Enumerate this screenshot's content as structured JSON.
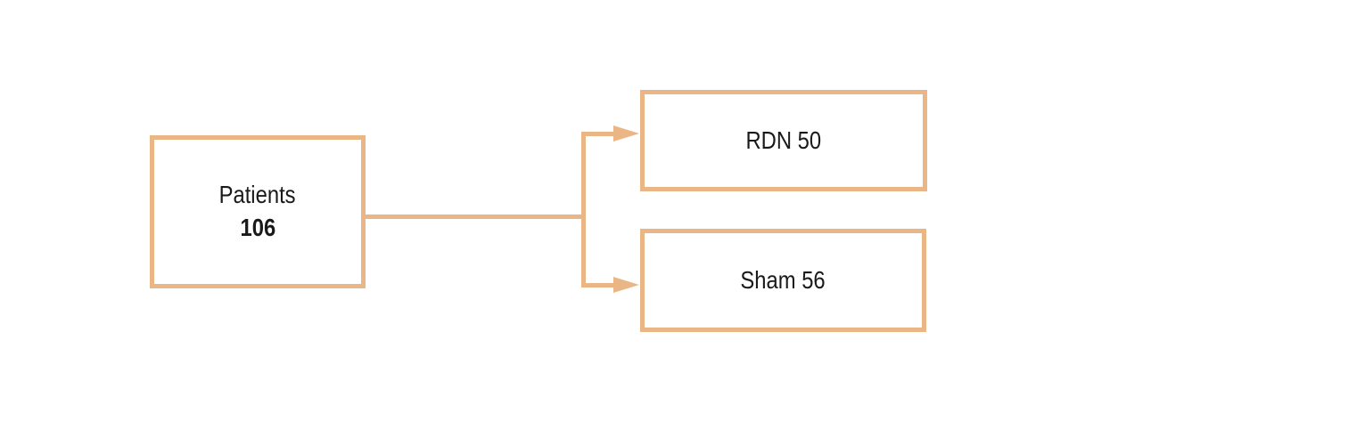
{
  "figure": {
    "type": "flowchart",
    "colors": {
      "line": "#eab685",
      "text": "#1a1a1a",
      "background": "#ffffff"
    },
    "nodes": {
      "patients": {
        "label": "Patients",
        "value": "106"
      },
      "rdn": {
        "label": "RDN 50"
      },
      "sham": {
        "label": "Sham 56"
      }
    },
    "edges": [
      {
        "from": "patients",
        "to": "rdn"
      },
      {
        "from": "patients",
        "to": "sham"
      }
    ]
  }
}
